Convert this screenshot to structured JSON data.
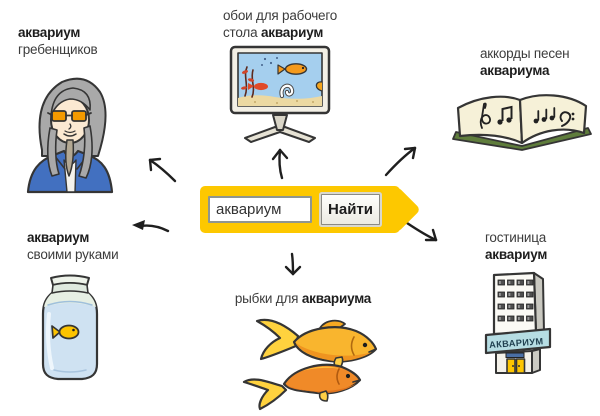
{
  "search": {
    "query": "аквариум",
    "button_label": "Найти"
  },
  "cards": {
    "grebenshchikov": {
      "line1_bold": "аквариум",
      "line2": "гребенщиков"
    },
    "wallpaper": {
      "line1": "обои для рабочего",
      "line2_start": "стола",
      "line2_bold": "аквариум"
    },
    "chords": {
      "line1": "аккорды песен",
      "line2_bold": "аквариума"
    },
    "diy": {
      "line1_bold": "аквариум",
      "line2": "своими руками"
    },
    "fish": {
      "line1_start": "рыбки для",
      "line1_bold": "аквариума"
    },
    "hotel": {
      "line1": "гостиница",
      "line2_bold": "аквариум",
      "building_sign": "АКВАРИУМ"
    }
  },
  "icons": {
    "grebenshchikov": "man-with-orange-glasses-illustration",
    "wallpaper": "monitor-with-fish-illustration",
    "chords": "music-songbook-illustration",
    "diy": "jar-with-fish-illustration",
    "fish": "goldfish-pair-illustration",
    "hotel": "hotel-building-illustration"
  },
  "colors": {
    "brand_yellow": "#fdc800",
    "label_text": "#3c3c3c",
    "hotel_sign_blue": "#b6dde3",
    "goldfish_orange": "#f6a622",
    "water_blue": "#a5cfee"
  }
}
